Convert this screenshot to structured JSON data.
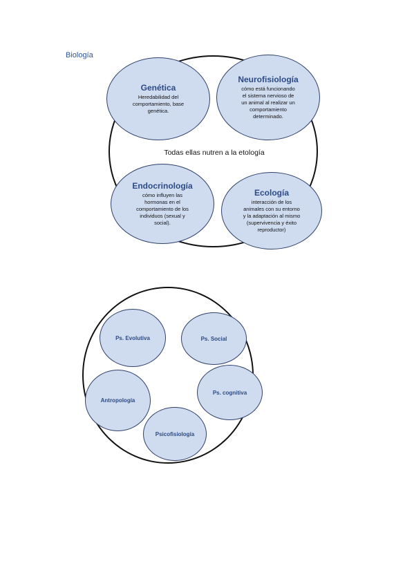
{
  "heading": "Biología",
  "diagram1": {
    "center_text": "Todas ellas nutren a la etología",
    "bubbles": [
      {
        "title": "Genética",
        "desc": "Heredabilidad del\ncomportamiento, base\ngenética."
      },
      {
        "title": "Neurofisiología",
        "desc": "cómo está funcionando\nel sistema nervioso de\nun animal al realizar un\ncomportamiento\ndeterminado."
      },
      {
        "title": "Endocrinología",
        "desc": "cómo influyen las\nhormonas en el\ncomportamiento de los\nindividuos (sexual y\nsocial)."
      },
      {
        "title": "Ecología",
        "desc": "interacción de los\nanimales con su entorno\ny la adaptación al mismo\n(supervivencia y éxito\nreproductor)"
      }
    ]
  },
  "diagram2": {
    "bubbles": [
      "Ps. Evolutiva",
      "Ps. Social",
      "Antropología",
      "Ps. cognitiva",
      "Psicofisiología"
    ]
  },
  "colors": {
    "bubble_fill": "#cfdcf0",
    "bubble_stroke": "#2e3f6a",
    "title_blue": "#2c4a86",
    "heading_blue": "#2f5597"
  }
}
